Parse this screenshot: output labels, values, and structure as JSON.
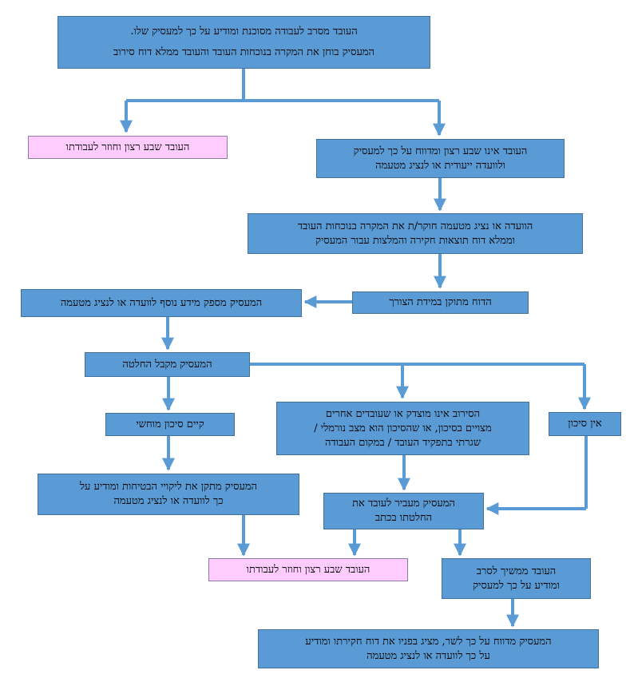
{
  "nodes": {
    "start": {
      "line1": "העובד מסרב לעבודה מסוכנת ומודיע על כך למעסיק שלו.",
      "line2": "המעסיק בוחן את המקרה בנוכחות העובד והעובד ממלא דוח סירוב"
    },
    "satisfied_top": {
      "line1": "העובד שבע רצון וחוזר לעבודתו"
    },
    "not_satisfied": {
      "line1": "העובד אינו שבע רצון ומדווח על כך למעסיק",
      "line2": "ולוועדה ייעודית או לנציג מטעמה"
    },
    "committee_investigates": {
      "line1": "הוועדה או נציג מטעמה חוקר/ת את המקרה בנוכחות העובד",
      "line2": "וממלא דוח תוצאות חקירה והמלצות עבור המעסיק"
    },
    "report_corrected": {
      "line1": "הדוח מתוקן במידת הצורך"
    },
    "employer_info": {
      "line1": "המעסיק מספק מידע נוסף לוועדה או לנציג מטעמה"
    },
    "employer_decides": {
      "line1": "המעסיק מקבל החלטה"
    },
    "real_risk": {
      "line1": "קיים סיכון מוחשי"
    },
    "refusal_unjustified": {
      "line1": "הסירוב אינו מוצדק או שעובדים אחרים",
      "line2": "מצויים בסיכון, או שהסיכון הוא מצב נורמלי /",
      "line3": "שגרתי בתפקיד העובד / במקום העבודה"
    },
    "no_risk": {
      "line1": "אין סיכון"
    },
    "employer_fixes": {
      "line1": "המעסיק מתקן את ליקויי הבטיחות ומודיע על",
      "line2": "כך לוועדה או לנציג מטעמה"
    },
    "employer_notifies": {
      "line1": "המעסיק מעביר לעובד את",
      "line2": "החלטתו בכתב"
    },
    "satisfied_bottom": {
      "line1": "העובד שבע רצון וחוזר לעבודתו"
    },
    "keeps_refusing": {
      "line1": "העובד ממשיך לסרב",
      "line2": "ומודיע על כך למעסיק"
    },
    "minister": {
      "line1": "המעסיק מדווח על כך לשר, מציג בפניו את דוח חקירתו ומודיע",
      "line2": "על כך לוועדה או לנציג מטעמה"
    }
  },
  "colors": {
    "box": "#5b9bd5",
    "box_border": "#41719c",
    "pink": "#ffccff",
    "arrow": "#5b9bd5"
  }
}
